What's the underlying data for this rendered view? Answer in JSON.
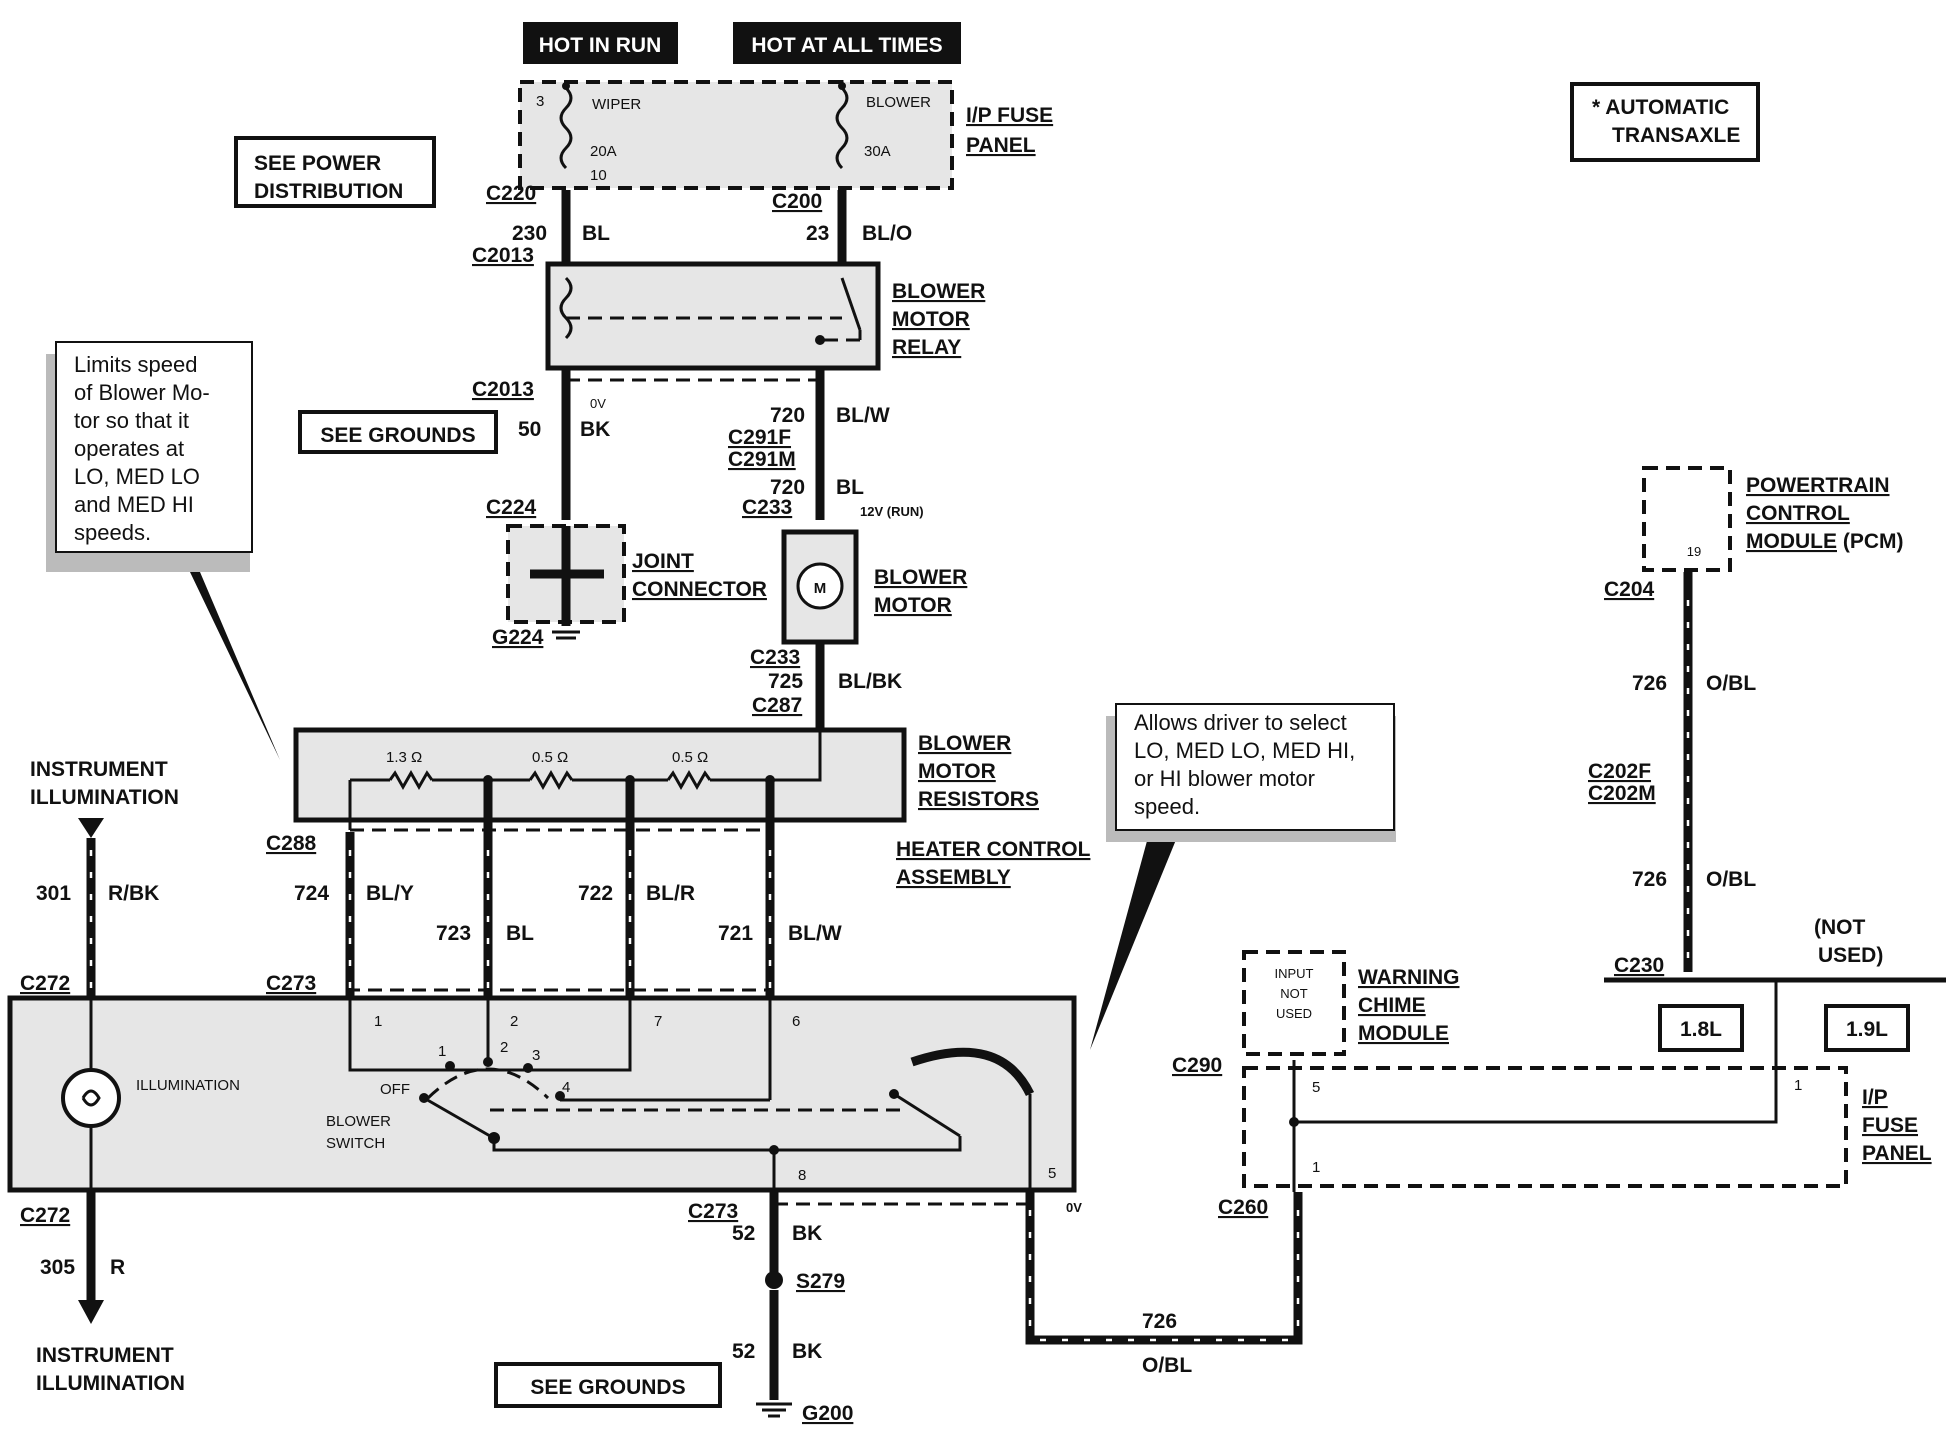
{
  "power": {
    "hot_in_run": "HOT IN RUN",
    "hot_at_all_times": "HOT AT ALL TIMES",
    "fuse_panel_top": "I/P FUSE PANEL",
    "wiper_fuse": {
      "pin": "3",
      "name": "WIPER",
      "rating": "20A",
      "number": "10"
    },
    "blower_fuse": {
      "name": "BLOWER",
      "rating": "30A"
    }
  },
  "references": {
    "see_power_distribution": "SEE POWER DISTRIBUTION",
    "see_grounds_top": "SEE GROUNDS",
    "see_grounds_bottom": "SEE GROUNDS",
    "automatic_transaxle": "* AUTOMATIC TRANSAXLE"
  },
  "connectors": {
    "c220": "C220",
    "c200": "C200",
    "c2013_a": "C2013",
    "c2013_b": "C2013",
    "c224": "C224",
    "g224": "G224",
    "c291f": "C291F",
    "c291m": "C291M",
    "c233_a": "C233",
    "c233_b": "C233",
    "c287": "C287",
    "c288": "C288",
    "c273_a": "C273",
    "c273_b": "C273",
    "c272_a": "C272",
    "c272_b": "C272",
    "s279": "S279",
    "g200": "G200",
    "c204": "C204",
    "c202f": "C202F",
    "c202m": "C202M",
    "c230": "C230",
    "c290": "C290",
    "c260": "C260"
  },
  "wires": {
    "w230": {
      "num": "230",
      "color": "BL"
    },
    "w23": {
      "num": "23",
      "color": "BL/O"
    },
    "w50": {
      "num": "50",
      "color": "BK",
      "volt": "0V"
    },
    "w720a": {
      "num": "720",
      "color": "BL/W"
    },
    "w720b": {
      "num": "720",
      "color": "BL",
      "volt": "12V (RUN)"
    },
    "w725": {
      "num": "725",
      "color": "BL/BK"
    },
    "w724": {
      "num": "724",
      "color": "BL/Y"
    },
    "w723": {
      "num": "723",
      "color": "BL"
    },
    "w722": {
      "num": "722",
      "color": "BL/R"
    },
    "w721": {
      "num": "721",
      "color": "BL/W"
    },
    "w301": {
      "num": "301",
      "color": "R/BK"
    },
    "w305": {
      "num": "305",
      "color": "R"
    },
    "w52a": {
      "num": "52",
      "color": "BK"
    },
    "w52b": {
      "num": "52",
      "color": "BK"
    },
    "w726a": {
      "num": "726",
      "color": "O/BL"
    },
    "w726b": {
      "num": "726",
      "color": "O/BL"
    },
    "w726c": {
      "num": "726",
      "color": "O/BL"
    },
    "v0_bottom": "0V"
  },
  "components": {
    "blower_motor_relay": "BLOWER MOTOR RELAY",
    "joint_connector": "JOINT CONNECTOR",
    "blower_motor": "BLOWER MOTOR",
    "motor_symbol": "M",
    "blower_motor_resistors": "BLOWER MOTOR RESISTORS",
    "heater_control_assembly": "HEATER CONTROL ASSEMBLY",
    "pcm": "POWERTRAIN CONTROL MODULE (PCM)",
    "pcm_pin": "19",
    "warning_chime_module": "WARNING CHIME MODULE",
    "input_not_used": "INPUT NOT USED",
    "fuse_panel_right": "I/P FUSE PANEL",
    "engine_18": "1.8L",
    "engine_19": "1.9L",
    "not_used": "(NOT USED)",
    "instrument_illumination_top": "INSTRUMENT ILLUMINATION",
    "instrument_illumination_bottom": "INSTRUMENT ILLUMINATION",
    "illumination": "ILLUMINATION",
    "blower_switch": "BLOWER SWITCH",
    "off": "OFF"
  },
  "resistors": {
    "r1": "1.3 Ω",
    "r2": "0.5 Ω",
    "r3": "0.5 Ω"
  },
  "pins": {
    "p1": "1",
    "p2": "2",
    "p7": "7",
    "p6": "6",
    "p8": "8",
    "p5": "5",
    "sw1": "1",
    "sw2": "2",
    "sw3": "3",
    "sw4": "4",
    "chime5": "5",
    "chime1": "1",
    "fuse1": "1"
  },
  "notes": {
    "limits_speed": "Limits speed of Blower Motor so that it operates at LO, MED LO and MED HI speeds.",
    "allows_driver": "Allows driver to select LO, MED LO, MED HI, or HI blower motor speed."
  }
}
